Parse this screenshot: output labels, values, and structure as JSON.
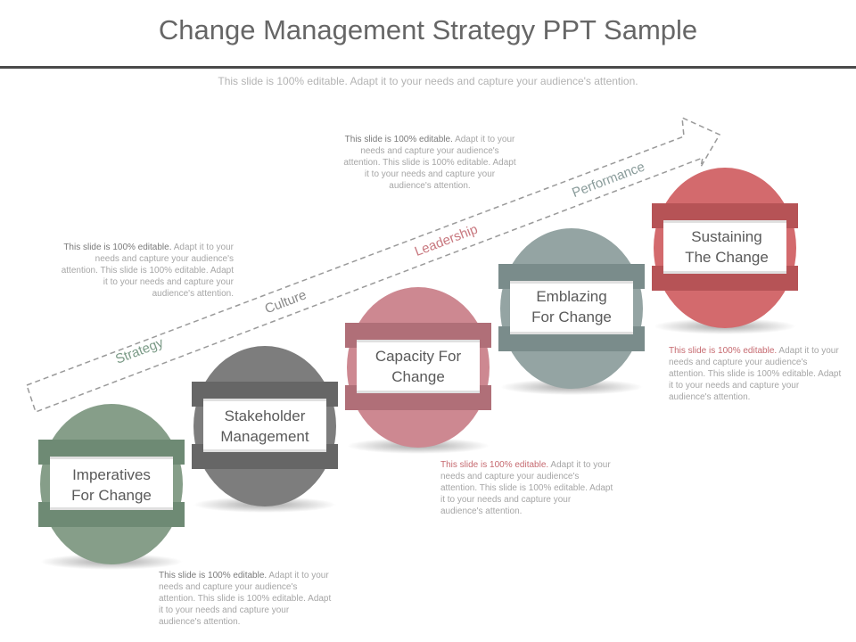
{
  "header": {
    "title": "Change Management Strategy PPT Sample",
    "subtitle": "This slide is 100% editable. Adapt it to your needs and capture your audience's attention."
  },
  "arrow": {
    "stages": [
      {
        "label": "Strategy",
        "color": "#7a9a86"
      },
      {
        "label": "Culture",
        "color": "#8a8a8a"
      },
      {
        "label": "Leadership",
        "color": "#c8787f"
      },
      {
        "label": "Performance",
        "color": "#8a9c9b"
      }
    ]
  },
  "steps": [
    {
      "line1": "Imperatives",
      "line2": "For Change",
      "color": "#869e89",
      "dark": "#6e8a74"
    },
    {
      "line1": "Stakeholder",
      "line2": "Management",
      "color": "#7d7d7d",
      "dark": "#666666"
    },
    {
      "line1": "Capacity For",
      "line2": "Change",
      "color": "#cd8891",
      "dark": "#b06f78"
    },
    {
      "line1": "Emblazing",
      "line2": "For Change",
      "color": "#94a4a3",
      "dark": "#7a8c8b"
    },
    {
      "line1": "Sustaining",
      "line2": "The Change",
      "color": "#d36a6d",
      "dark": "#b65356"
    }
  ],
  "notes": {
    "lead": "This slide is 100% editable.",
    "body": " Adapt it to your needs and capture your audience's attention. This slide is 100% editable. Adapt it to your needs and capture your audience's attention."
  }
}
